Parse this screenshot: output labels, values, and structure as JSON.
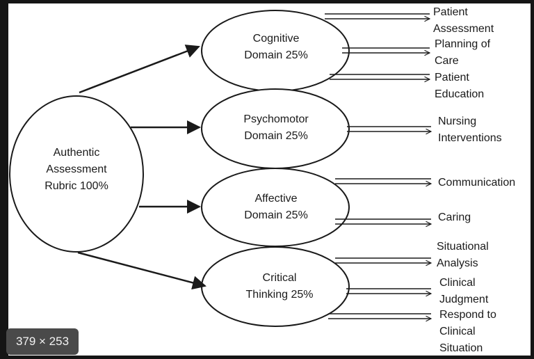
{
  "diagram": {
    "root": {
      "label": "Authentic\nAssessment\nRubric 100%"
    },
    "domains": [
      {
        "label": "Cognitive\nDomain 25%"
      },
      {
        "label": "Psychomotor\nDomain 25%"
      },
      {
        "label": "Affective\nDomain 25%"
      },
      {
        "label": "Critical\nThinking 25%"
      }
    ],
    "outcomes": [
      {
        "label": "Patient\nAssessment"
      },
      {
        "label": "Planning of\nCare"
      },
      {
        "label": "Patient\nEducation"
      },
      {
        "label": "Nursing\nInterventions"
      },
      {
        "label": "Communication"
      },
      {
        "label": "Caring"
      },
      {
        "label": "Situational\nAnalysis"
      },
      {
        "label": "Clinical\nJudgment"
      },
      {
        "label": "Respond to\nClinical\nSituation"
      }
    ]
  },
  "badge": {
    "size_text": "379 × 253"
  },
  "colors": {
    "background": "#151515",
    "panel": "#ffffff",
    "stroke": "#1a1a1a",
    "badge": "#4a4a4a"
  }
}
